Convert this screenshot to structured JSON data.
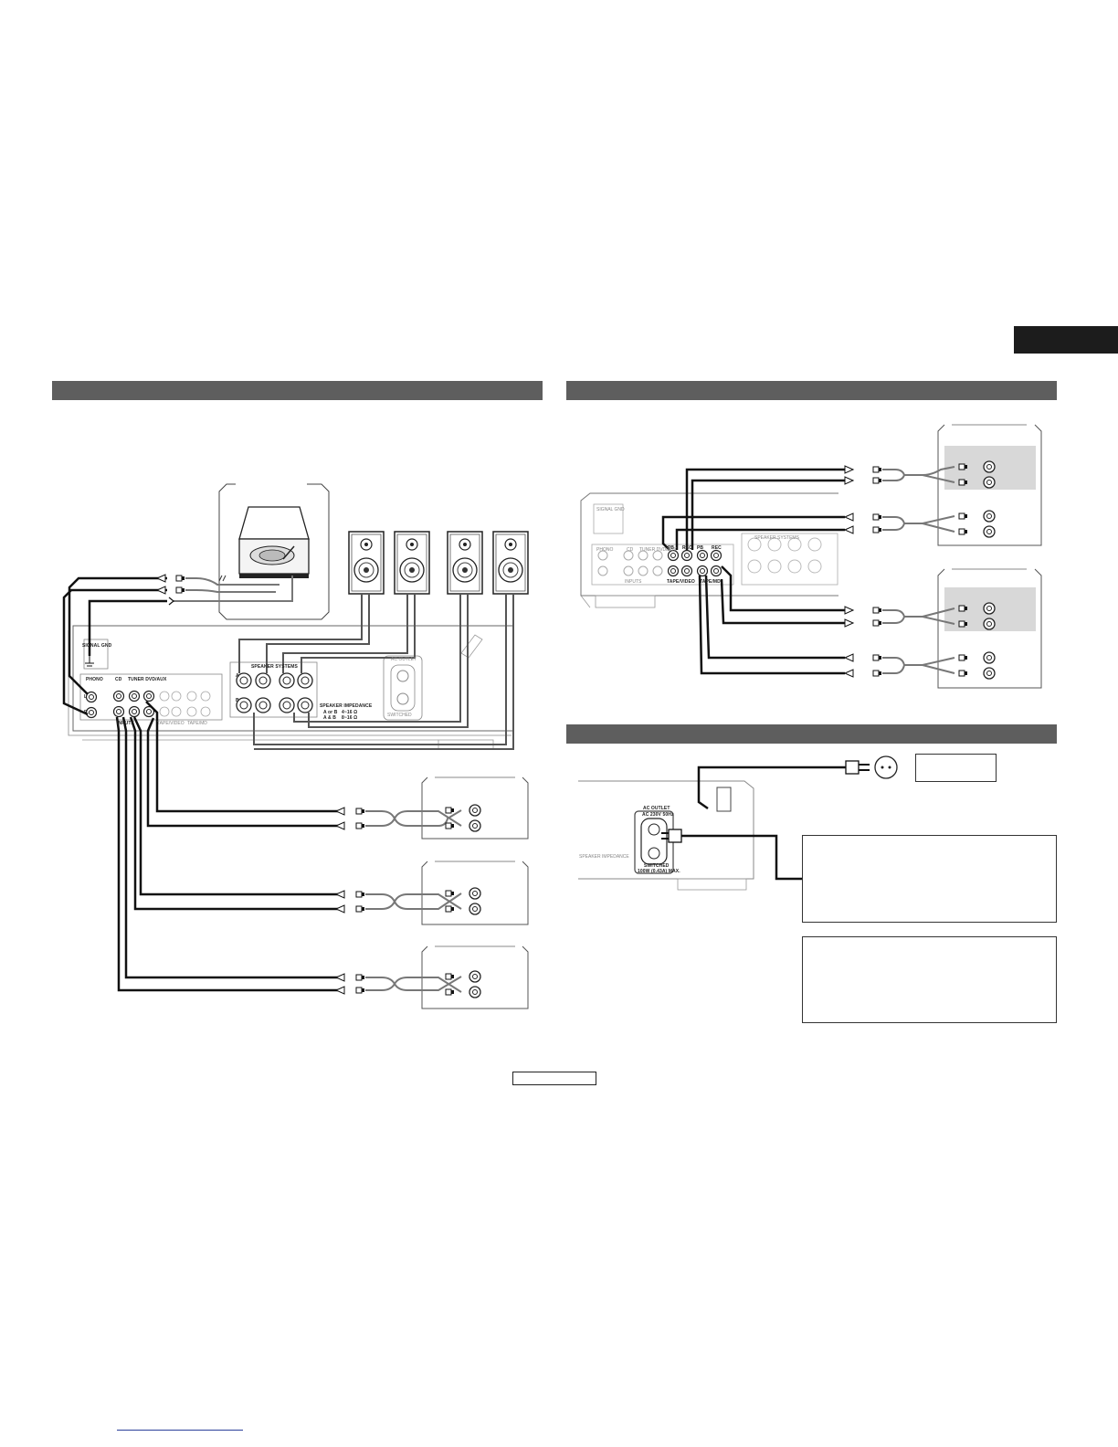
{
  "labels": {
    "phono": "PHONO",
    "signal_gnd": "SIGNAL GND",
    "cd": "CD",
    "tuner_dvd_aux": "TUNER DVD/AUX",
    "cd_short": "CD",
    "inputs": "INPUTS",
    "tape_video": "TAPE/VIDEO",
    "tape_md": "TAPE/MD",
    "speaker_systems": "SPEAKER SYSTEMS",
    "speaker_impedance": "SPEAKER IMPEDANCE",
    "imp_a_or_b": "A or B",
    "imp_a_or_b_val": "4~16 Ω",
    "imp_a_and_b": "A & B",
    "imp_a_and_b_val": "8~16 Ω",
    "ac_outlet": "AC OUTLET",
    "ac_outlet_sub": "AC 230V 50Hz",
    "switched": "SWITCHED",
    "switched_sub": "100W (0.43A) MAX.",
    "pb": "PB",
    "rec": "REC",
    "sp_a": "A",
    "sp_b": "B",
    "left_mark": "L",
    "right_mark": "R"
  },
  "colors": {
    "section_bar": "#5e5e5e",
    "lang_tab": "#1c1c1c",
    "cable": "#111111",
    "cable_gray": "#777777",
    "link": "#2a3f9a"
  }
}
